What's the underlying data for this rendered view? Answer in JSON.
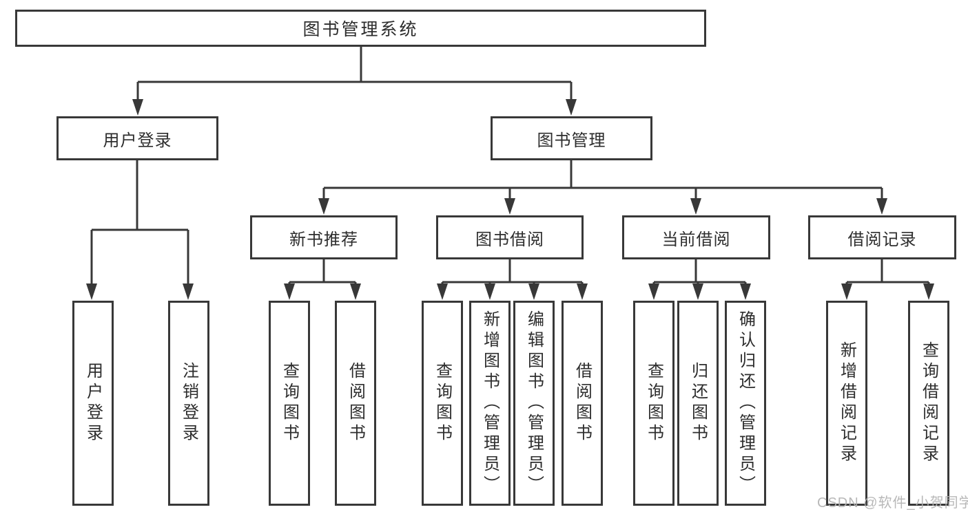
{
  "colors": {
    "line": "#383838",
    "box_border": "#383838",
    "box_fill": "#ffffff",
    "text": "#2d2d2d",
    "background": "#ffffff",
    "watermark": "#b2b2b2"
  },
  "tree": {
    "root": {
      "label": "图书管理系统"
    },
    "branches": [
      {
        "label": "用户登录",
        "children": [
          {
            "label": "用户登录"
          },
          {
            "label": "注销登录"
          }
        ]
      },
      {
        "label": "图书管理",
        "children": [
          {
            "label": "新书推荐",
            "children": [
              {
                "label": "查询图书"
              },
              {
                "label": "借阅图书"
              }
            ]
          },
          {
            "label": "图书借阅",
            "children": [
              {
                "label": "查询图书"
              },
              {
                "label": "新增图书（管理员）"
              },
              {
                "label": "编辑图书（管理员）"
              },
              {
                "label": "借阅图书"
              }
            ]
          },
          {
            "label": "当前借阅",
            "children": [
              {
                "label": "查询图书"
              },
              {
                "label": "归还图书"
              },
              {
                "label": "确认归还（管理员）"
              }
            ]
          },
          {
            "label": "借阅记录",
            "children": [
              {
                "label": "新增借阅记录"
              },
              {
                "label": "查询借阅记录"
              }
            ]
          }
        ]
      }
    ]
  },
  "watermark": "CSDN @软件_小贺同学"
}
